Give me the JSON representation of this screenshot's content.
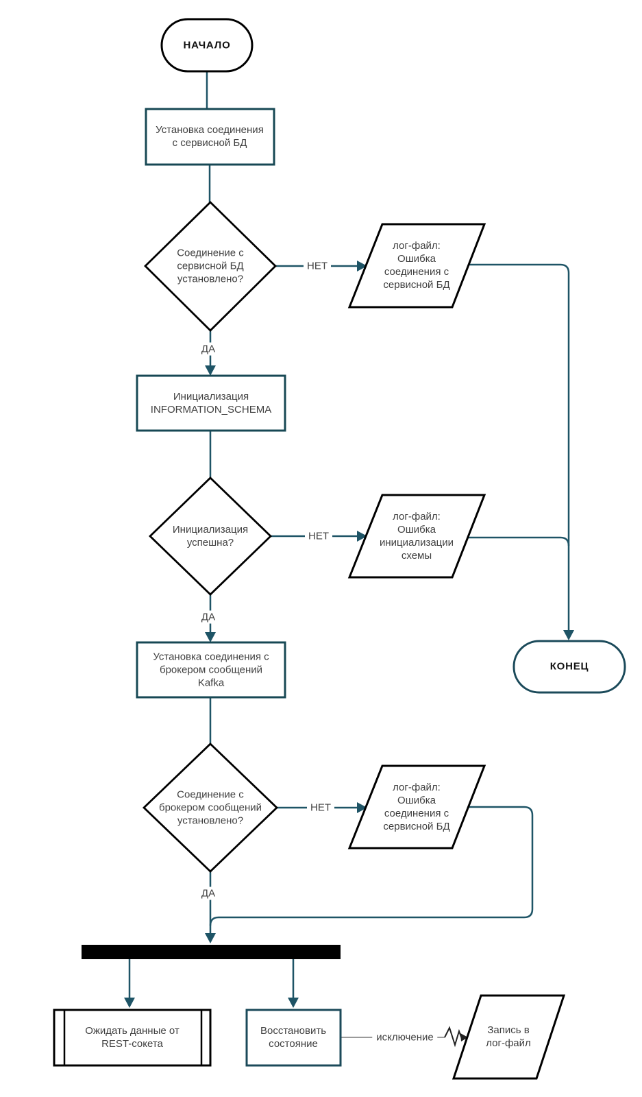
{
  "diagram": {
    "type": "flowchart",
    "language": "ru",
    "nodes": {
      "start": {
        "shape": "terminator",
        "label": "НАЧАЛО"
      },
      "p1": {
        "shape": "process",
        "label": "Установка соединения\nс сервисной БД"
      },
      "d1": {
        "shape": "decision",
        "label": "Соединение с\nсервисной БД\nустановлено?"
      },
      "log1": {
        "shape": "io-parallelogram",
        "label": "лог-файл:\nОшибка\nсоединения с\nсервисной БД"
      },
      "p2": {
        "shape": "process",
        "label": "Инициализация\nINFORMATION_SCHEMA"
      },
      "d2": {
        "shape": "decision",
        "label": "Инициализация\nуспешна?"
      },
      "log2": {
        "shape": "io-parallelogram",
        "label": "лог-файл:\nОшибка\nинициализации\nсхемы"
      },
      "p3": {
        "shape": "process",
        "label": "Установка соединения с\nброкером сообщений\nKafka"
      },
      "d3": {
        "shape": "decision",
        "label": "Соединение с\nброкером сообщений\nустановлено?"
      },
      "log3": {
        "shape": "io-parallelogram",
        "label": "лог-файл:\nОшибка\nсоединения с\nсервисной БД"
      },
      "end": {
        "shape": "terminator",
        "label": "КОНЕЦ"
      },
      "fork": {
        "shape": "fork-bar",
        "label": ""
      },
      "predefined": {
        "shape": "predefined-process",
        "label": "Ожидать данные от\nREST-сокета"
      },
      "restore": {
        "shape": "process",
        "label": "Восстановить\nсостояние"
      },
      "log4": {
        "shape": "io-parallelogram",
        "label": "Запись в\nлог-файл"
      }
    },
    "edge_labels": {
      "no1": "НЕТ",
      "yes1": "ДА",
      "no2": "НЕТ",
      "yes2": "ДА",
      "no3": "НЕТ",
      "yes3": "ДА",
      "exception": "исключение"
    },
    "icons": {
      "exception_zigzag": "zigzag-interrupt-arrow"
    },
    "colors": {
      "connector": "#1e5466",
      "process_border": "#174854",
      "terminator_start_border": "#000000",
      "terminator_end_border": "#1b4a5a",
      "shape_border": "#000000",
      "fork_bar": "#000000",
      "exception_line": "#9a9a9a",
      "text": "#3f3f3f",
      "background": "#ffffff"
    }
  }
}
